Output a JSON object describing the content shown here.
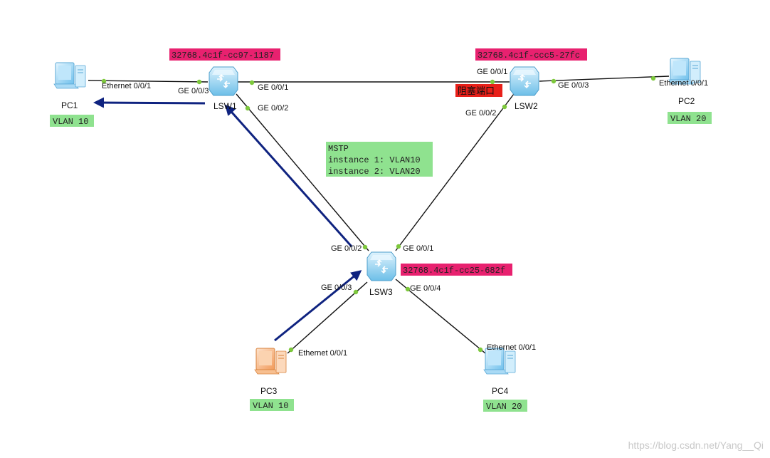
{
  "colors": {
    "link": "#111111",
    "port_dot": "#7dc83c",
    "arrow": "#0f2380",
    "bridge_id_bg": "#e8216f",
    "vlan_bg": "#8fe28f",
    "blocked_bg": "#e8201a",
    "pc_blue": "#7ec8ee",
    "pc_orange": "#f4a064",
    "switch_blue": "#7cc6ea"
  },
  "devices": {
    "pc1": {
      "name": "PC1",
      "vlan": "VLAN 10",
      "icon": "pc-icon"
    },
    "pc2": {
      "name": "PC2",
      "vlan": "VLAN 20",
      "icon": "pc-icon"
    },
    "pc3": {
      "name": "PC3",
      "vlan": "VLAN 10",
      "icon": "pc-icon"
    },
    "pc4": {
      "name": "PC4",
      "vlan": "VLAN 20",
      "icon": "pc-icon"
    },
    "lsw1": {
      "name": "LSW1",
      "bridge_id": "32768.4c1f-cc97-1187",
      "icon": "switch-icon"
    },
    "lsw2": {
      "name": "LSW2",
      "bridge_id": "32768.4c1f-ccc5-27fc",
      "blocked_label": "阻塞端口",
      "icon": "switch-icon"
    },
    "lsw3": {
      "name": "LSW3",
      "bridge_id": "32768.4c1f-cc25-682f",
      "icon": "switch-icon"
    }
  },
  "ports": {
    "pc1_eth": "Ethernet 0/0/1",
    "lsw1_g3": "GE 0/0/3",
    "lsw1_g1": "GE 0/0/1",
    "lsw1_g2": "GE 0/0/2",
    "lsw2_g1": "GE 0/0/1",
    "lsw2_g3": "GE 0/0/3",
    "lsw2_g2": "GE 0/0/2",
    "pc2_eth": "Ethernet 0/0/1",
    "lsw3_g2": "GE 0/0/2",
    "lsw3_g1": "GE 0/0/1",
    "lsw3_g3": "GE 0/0/3",
    "lsw3_g4": "GE 0/0/4",
    "pc3_eth": "Ethernet 0/0/1",
    "pc4_eth": "Ethernet 0/0/1"
  },
  "mstp_note": {
    "line1": "MSTP",
    "line2": "instance 1: VLAN10",
    "line3": "instance 2: VLAN20"
  },
  "watermark": "https://blog.csdn.net/Yang__Qi"
}
